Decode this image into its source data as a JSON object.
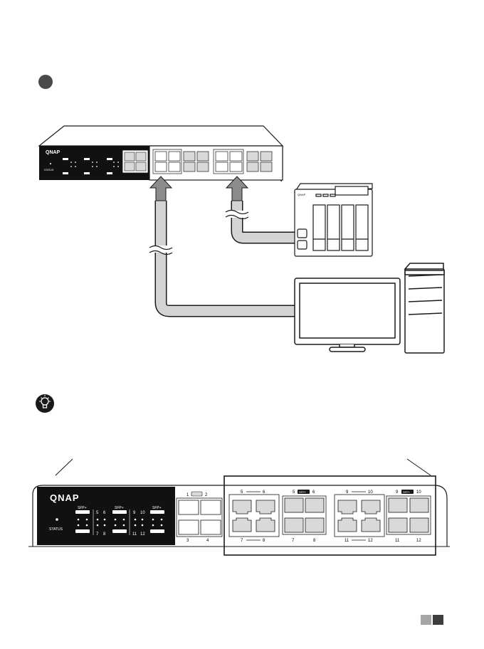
{
  "brand": "QNAP",
  "status_label": "STATUS",
  "sfp_label": "SFP+",
  "port_numbers": {
    "p1": "1",
    "p2": "2",
    "p3": "3",
    "p4": "4",
    "p5": "5",
    "p6": "6",
    "p7": "7",
    "p8": "8",
    "p9": "9",
    "p10": "10",
    "p11": "11",
    "p12": "12"
  },
  "colors": {
    "line": "#1a1a1a",
    "cable": "#d4d4d4",
    "arrow": "#8c8c8c",
    "sfp_fill": "#d9d9d9",
    "panel": "#111111",
    "page_square_light": "#a6a6a6",
    "page_square_dark": "#3d3d3d"
  },
  "icons": {
    "step": "step-dot-icon",
    "tip": "lightbulb-icon"
  }
}
